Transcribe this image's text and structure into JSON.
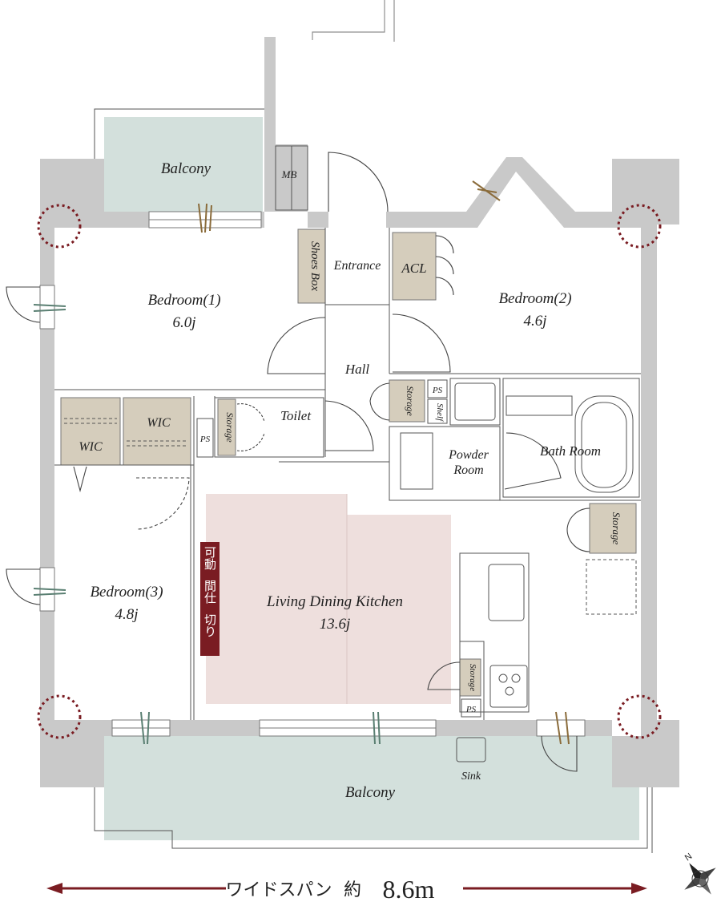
{
  "rooms": {
    "balcony_top": "Balcony",
    "mb": "MB",
    "shoes_box": "Shoes Box",
    "entrance": "Entrance",
    "acl": "ACL",
    "bedroom1": "Bedroom(1)",
    "bedroom1_size": "6.0j",
    "bedroom2": "Bedroom(2)",
    "bedroom2_size": "4.6j",
    "hall": "Hall",
    "storage_hall": "Storage",
    "ps_hall": "PS",
    "shelf": "Shelf",
    "wic_left": "WIC",
    "wic_right": "WIC",
    "ps_wic": "PS",
    "storage_toilet": "Storage",
    "toilet": "Toilet",
    "powder_room_line1": "Powder",
    "powder_room_line2": "Room",
    "bath_room": "Bath Room",
    "storage_bath": "Storage",
    "partition_line1": "可動",
    "partition_line2": "間仕",
    "partition_line3": "切り",
    "bedroom3": "Bedroom(3)",
    "bedroom3_size": "4.8j",
    "ldk": "Living Dining Kitchen",
    "ldk_size": "13.6j",
    "storage_kitchen": "Storage",
    "ps_kitchen": "PS",
    "sink": "Sink",
    "balcony_bottom": "Balcony"
  },
  "span": {
    "label": "ワイドスパン",
    "prefix": "約",
    "value": "8.6m"
  },
  "compass": {
    "north": "N"
  },
  "colors": {
    "wall": "#c9c9c9",
    "balcony": "#d3e0dc",
    "storage": "#d5cdbc",
    "ldk_highlight": "#eedfdd",
    "partition": "#7a1c22",
    "arrow": "#7a1c22",
    "pillar_dot": "#7a1c22"
  }
}
